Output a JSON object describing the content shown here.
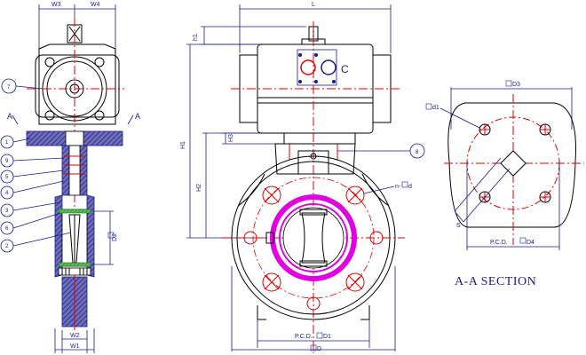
{
  "dimensions": {
    "w3": "W3",
    "w4": "W4",
    "w1": "W1",
    "w2": "W2",
    "l": "L",
    "h1_top": "h1",
    "h1": "H1",
    "h2": "H2",
    "h3": "H3",
    "d2": "D2",
    "d": "D",
    "pcd_d1": "P.C.D.",
    "d1": "D1",
    "d3": "D3",
    "d1_bolt": "d1",
    "pcd_d4": "P.C.D.",
    "d4": "D4",
    "s": "S",
    "n_d": "n-",
    "d_small": "d"
  },
  "callouts": [
    "1",
    "9",
    "5",
    "4",
    "3",
    "6",
    "2",
    "7",
    "8"
  ],
  "section_marks": [
    "A",
    "A"
  ],
  "actuator_label": "C",
  "section_title": "A-A SECTION",
  "colors": {
    "outline": "#000000",
    "dimension": "#1a1a8a",
    "centerline": "#e00000",
    "liner": "#e000e0"
  }
}
